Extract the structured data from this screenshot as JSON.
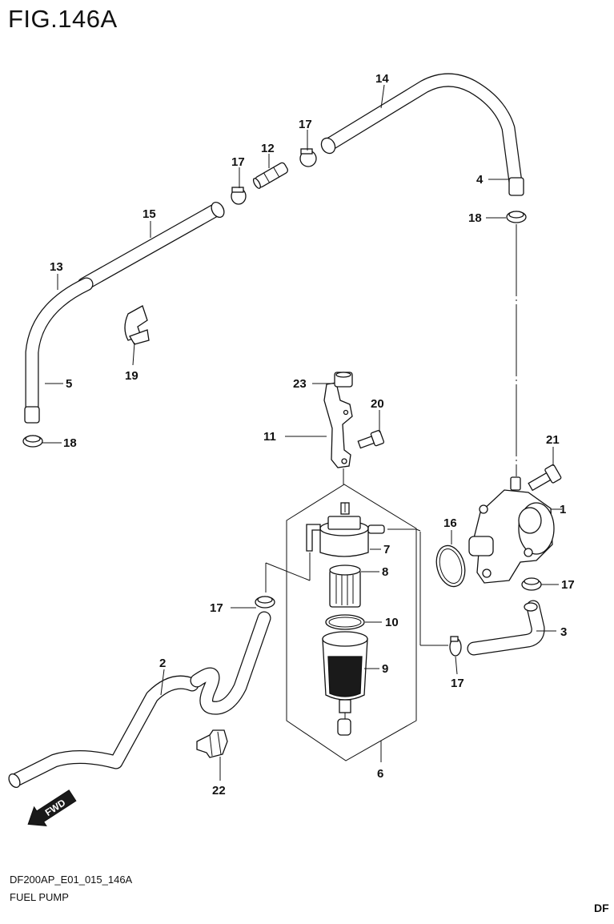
{
  "figure": {
    "title": "FIG.146A",
    "footer_code": "DF200AP_E01_015_146A",
    "footer_name": "FUEL PUMP",
    "footer_cut": "DF"
  },
  "callouts": {
    "c1": "1",
    "c2": "2",
    "c3": "3",
    "c4": "4",
    "c5": "5",
    "c6": "6",
    "c7": "7",
    "c8": "8",
    "c9": "9",
    "c10": "10",
    "c11": "11",
    "c12": "12",
    "c13": "13",
    "c14": "14",
    "c15": "15",
    "c16": "16",
    "c17a": "17",
    "c17b": "17",
    "c17c": "17",
    "c17d": "17",
    "c17e": "17",
    "c18a": "18",
    "c18b": "18",
    "c19": "19",
    "c20": "20",
    "c21": "21",
    "c22": "22",
    "c23": "23"
  },
  "fwd_label": "FWD"
}
